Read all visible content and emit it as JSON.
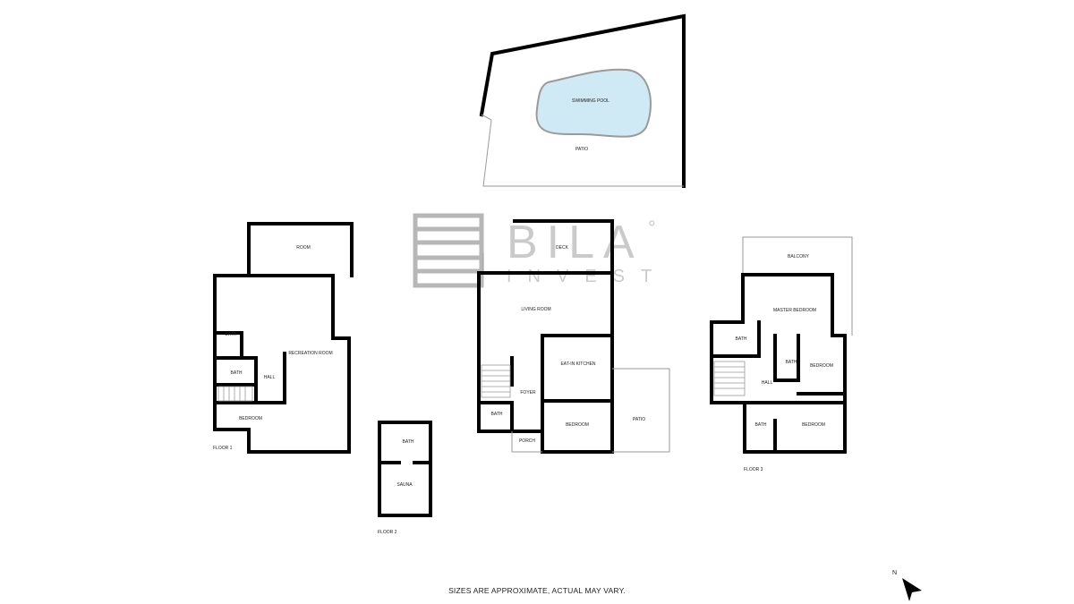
{
  "watermark": {
    "brand": "BILA",
    "degree_mark": "°",
    "sub": "INVEST"
  },
  "colors": {
    "pool_fill": "#cfe9f5",
    "wall": "#000000",
    "watermark": "#9a9a9a"
  },
  "site": {
    "pool_label": "SWIMMING POOL",
    "patio_label": "PATIO"
  },
  "floor1": {
    "name": "FLOOR 1",
    "rooms": {
      "room": "ROOM",
      "bath_top": "BATH",
      "bath_bottom": "BATH",
      "hall": "HALL",
      "recreation": "RECREATION ROOM",
      "bedroom": "BEDROOM"
    }
  },
  "floor2": {
    "name": "FLOOR 2",
    "rooms": {
      "deck": "DECK",
      "living": "LIVING ROOM",
      "kitchen": "EAT-IN KITCHEN",
      "foyer": "FOYER",
      "bath": "BATH",
      "bedroom": "BEDROOM",
      "patio": "PATIO",
      "porch": "PORCH",
      "bath_sauna": "BATH",
      "sauna": "SAUNA"
    }
  },
  "floor3": {
    "name": "FLOOR 3",
    "rooms": {
      "balcony": "BALCONY",
      "master": "MASTER BEDROOM",
      "bath1": "BATH",
      "bath2": "BATH",
      "bedroom1": "BEDROOM",
      "hall": "HALL",
      "bath3": "BATH",
      "bedroom2": "BEDROOM"
    }
  },
  "compass": {
    "north_label": "N"
  },
  "footer": {
    "note": "SIZES ARE APPROXIMATE, ACTUAL MAY VARY."
  }
}
